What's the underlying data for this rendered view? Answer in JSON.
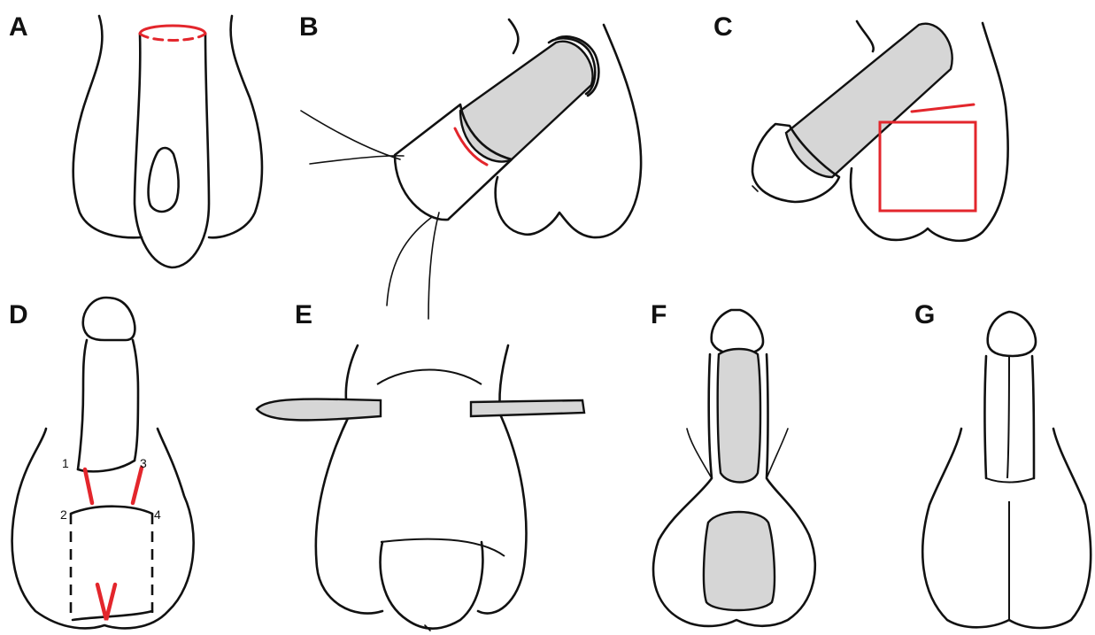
{
  "panels": [
    {
      "id": "A",
      "label": "A"
    },
    {
      "id": "B",
      "label": "B"
    },
    {
      "id": "C",
      "label": "C"
    },
    {
      "id": "D",
      "label": "D"
    },
    {
      "id": "E",
      "label": "E"
    },
    {
      "id": "F",
      "label": "F"
    },
    {
      "id": "G",
      "label": "G"
    }
  ],
  "panel_d_corner_numbers": [
    "1",
    "2",
    "3",
    "4"
  ],
  "colors": {
    "incision": "#e3262c",
    "graft_shade": "#d6d6d6",
    "outline": "#111111"
  }
}
